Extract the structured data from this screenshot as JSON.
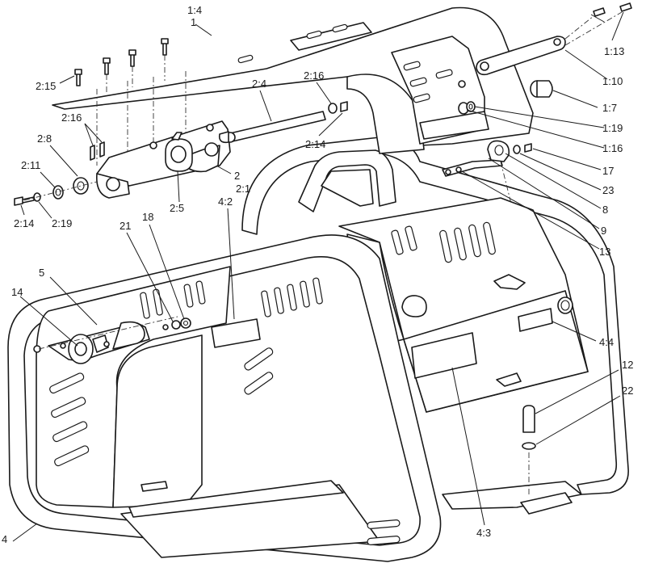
{
  "figure": {
    "callouts": [
      {
        "id": "c-1-4",
        "label": "1:4"
      },
      {
        "id": "c-1",
        "label": "1"
      },
      {
        "id": "c-1-13",
        "label": "1:13"
      },
      {
        "id": "c-2-15",
        "label": "2:15"
      },
      {
        "id": "c-1-10",
        "label": "1:10"
      },
      {
        "id": "c-2-16a",
        "label": "2:16"
      },
      {
        "id": "c-2-4",
        "label": "2:4"
      },
      {
        "id": "c-1-7",
        "label": "1:7"
      },
      {
        "id": "c-2-16b",
        "label": "2:16"
      },
      {
        "id": "c-2-14a",
        "label": "2:14"
      },
      {
        "id": "c-1-19",
        "label": "1:19"
      },
      {
        "id": "c-2-8",
        "label": "2:8"
      },
      {
        "id": "c-1-16",
        "label": "1:16"
      },
      {
        "id": "c-17",
        "label": "17"
      },
      {
        "id": "c-2-11",
        "label": "2:11"
      },
      {
        "id": "c-2",
        "label": "2"
      },
      {
        "id": "c-2-1",
        "label": "2:1"
      },
      {
        "id": "c-23",
        "label": "23"
      },
      {
        "id": "c-2-5",
        "label": "2:5"
      },
      {
        "id": "c-4-2",
        "label": "4:2"
      },
      {
        "id": "c-8",
        "label": "8"
      },
      {
        "id": "c-2-14b",
        "label": "2:14"
      },
      {
        "id": "c-2-19",
        "label": "2:19"
      },
      {
        "id": "c-21",
        "label": "21"
      },
      {
        "id": "c-18",
        "label": "18"
      },
      {
        "id": "c-9",
        "label": "9"
      },
      {
        "id": "c-13",
        "label": "13"
      },
      {
        "id": "c-5",
        "label": "5"
      },
      {
        "id": "c-14",
        "label": "14"
      },
      {
        "id": "c-4-4",
        "label": "4:4"
      },
      {
        "id": "c-12",
        "label": "12"
      },
      {
        "id": "c-22",
        "label": "22"
      },
      {
        "id": "c-4",
        "label": "4"
      },
      {
        "id": "c-4-3",
        "label": "4:3"
      }
    ]
  }
}
